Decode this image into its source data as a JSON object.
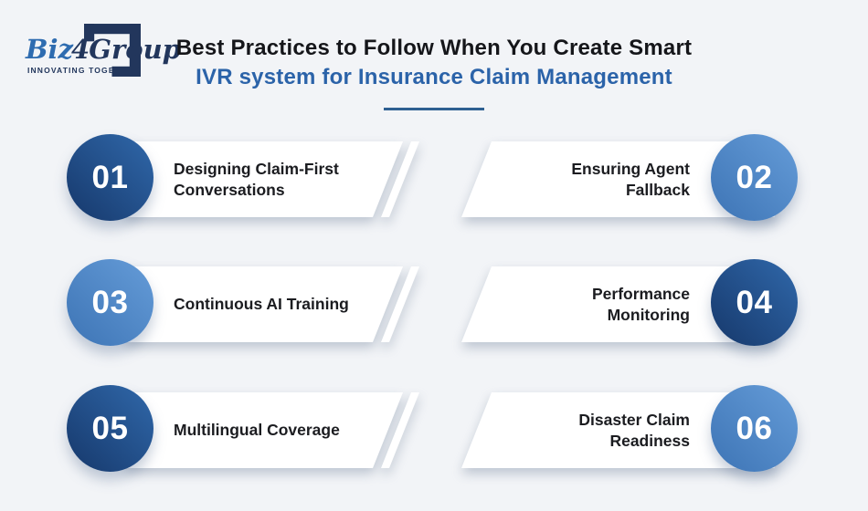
{
  "logo": {
    "brand_prefix": "Biz",
    "brand_number": "4",
    "brand_suffix": "Group",
    "tagline": "INNOVATING TOGETHER"
  },
  "header": {
    "title_line1": "Best Practices to Follow When You Create Smart",
    "title_line2": "IVR system for Insurance Claim Management"
  },
  "items": [
    {
      "number": "01",
      "label": "Designing Claim-First\nConversations",
      "side": "left",
      "circle_theme": "dark"
    },
    {
      "number": "02",
      "label": "Ensuring Agent\nFallback",
      "side": "right",
      "circle_theme": "light"
    },
    {
      "number": "03",
      "label": "Continuous AI Training",
      "side": "left",
      "circle_theme": "light"
    },
    {
      "number": "04",
      "label": "Performance\nMonitoring",
      "side": "right",
      "circle_theme": "dark"
    },
    {
      "number": "05",
      "label": "Multilingual Coverage",
      "side": "left",
      "circle_theme": "dark"
    },
    {
      "number": "06",
      "label": "Disaster Claim\nReadiness",
      "side": "right",
      "circle_theme": "light"
    }
  ],
  "colors": {
    "background": "#f2f4f7",
    "text_dark": "#15161a",
    "title_accent": "#2b63a9",
    "divider": "#2e6092",
    "label": "#1b1c20",
    "logo_blue": "#2e6cb0",
    "logo_navy": "#22365c",
    "circle_dark_from": "#16386b",
    "circle_dark_to": "#3068aa",
    "circle_light_from": "#3d74b5",
    "circle_light_to": "#659cd8"
  }
}
